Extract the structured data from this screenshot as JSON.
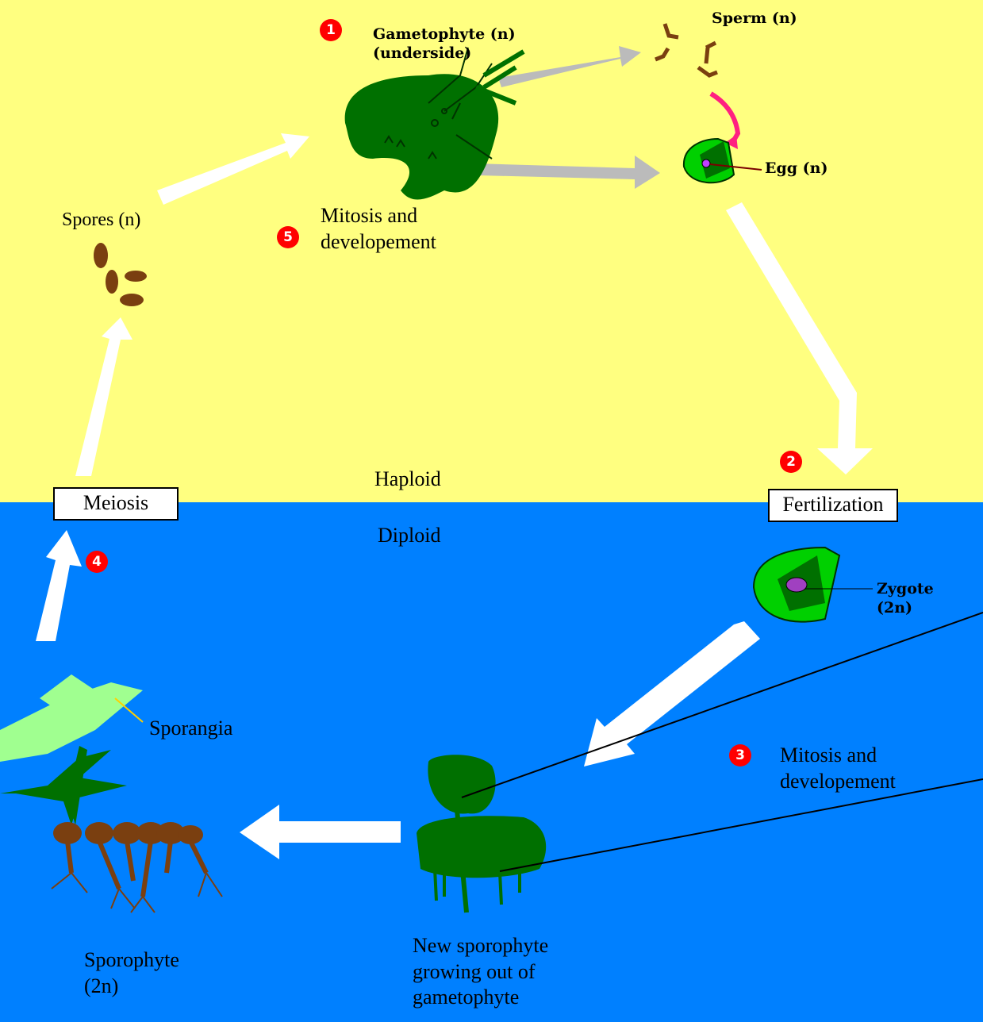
{
  "zones": {
    "haploid": "Haploid",
    "diploid": "Diploid"
  },
  "labels": {
    "gametophyte": "Gametophyte (n)\n(underside)",
    "sperm": "Sperm (n)",
    "egg": "Egg (n)",
    "spores": "Spores (n)",
    "mitosis_dev_top": "Mitosis  and\ndevelopement",
    "meiosis": "Meiosis",
    "fertilization": "Fertilization",
    "zygote": "Zygote\n(2n)",
    "mitosis_dev_bottom": "Mitosis and\ndevelopement",
    "sporangia": "Sporangia",
    "sporophyte": "Sporophyte\n(2n)",
    "new_sporophyte": "New sporophyte\ngrowing out of\ngametophyte"
  },
  "steps": {
    "s1": "1",
    "s2": "2",
    "s3": "3",
    "s4": "4",
    "s5": "5"
  },
  "colors": {
    "haploid_bg": "#ffff80",
    "diploid_bg": "#0080ff",
    "plant_green": "#007000",
    "light_green": "#00d000",
    "pale_green": "#a0ff90",
    "brown": "#7a3f10",
    "badge_red": "#ff0000",
    "arrow_white": "#ffffff",
    "arrow_gray": "#bbbbbb",
    "arrow_pink": "#ff2080"
  }
}
